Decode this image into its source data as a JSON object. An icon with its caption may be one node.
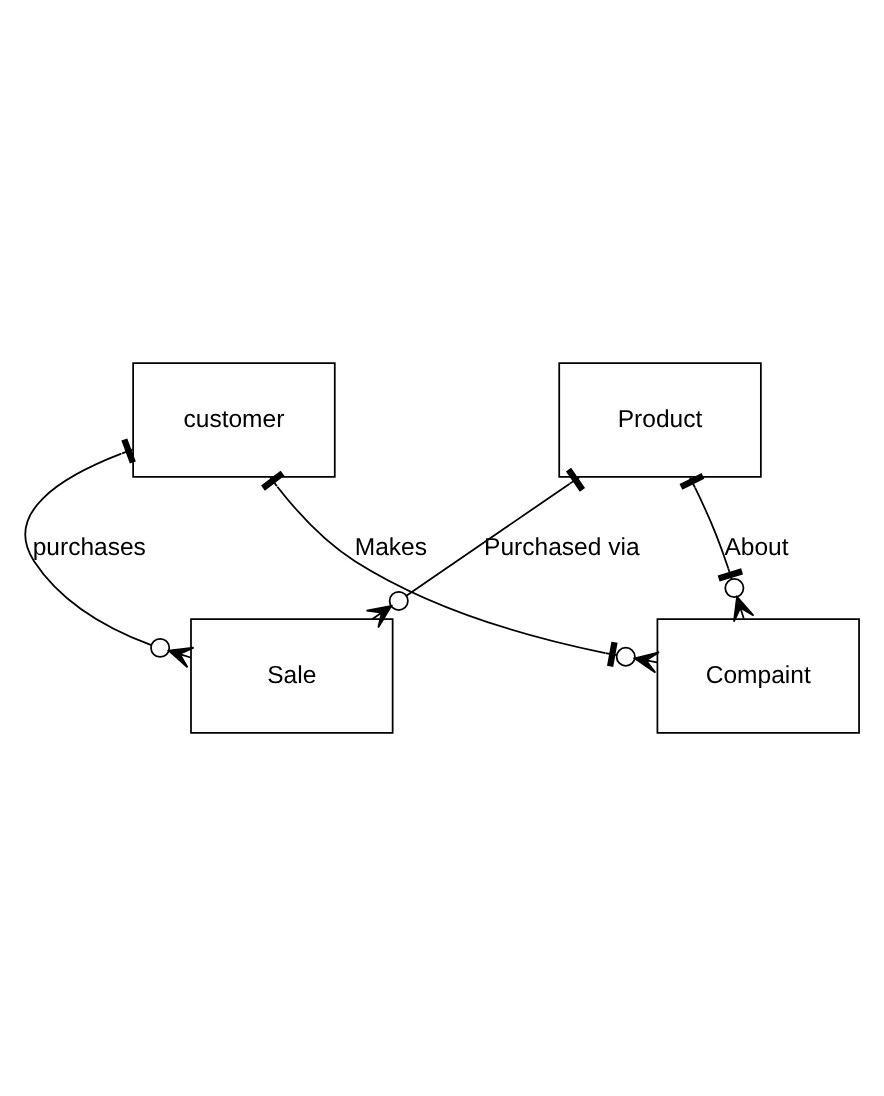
{
  "diagram": {
    "nodes": [
      {
        "text": [
          "customer"
        ]
      },
      {
        "text": [
          "Sale"
        ]
      },
      {
        "text": [
          "Compaint"
        ]
      },
      {
        "text": [
          "Product"
        ]
      }
    ],
    "edges": [
      {
        "from": 0,
        "to": 1,
        "arrow": "other",
        "label": "purchases"
      },
      {
        "from": 0,
        "to": 2,
        "arrow": "other",
        "label": "Makes"
      },
      {
        "from": 3,
        "to": 1,
        "arrow": "other",
        "label": "Purchased via"
      },
      {
        "from": 3,
        "to": 2,
        "arrow": "other",
        "label": "About"
      }
    ]
  }
}
